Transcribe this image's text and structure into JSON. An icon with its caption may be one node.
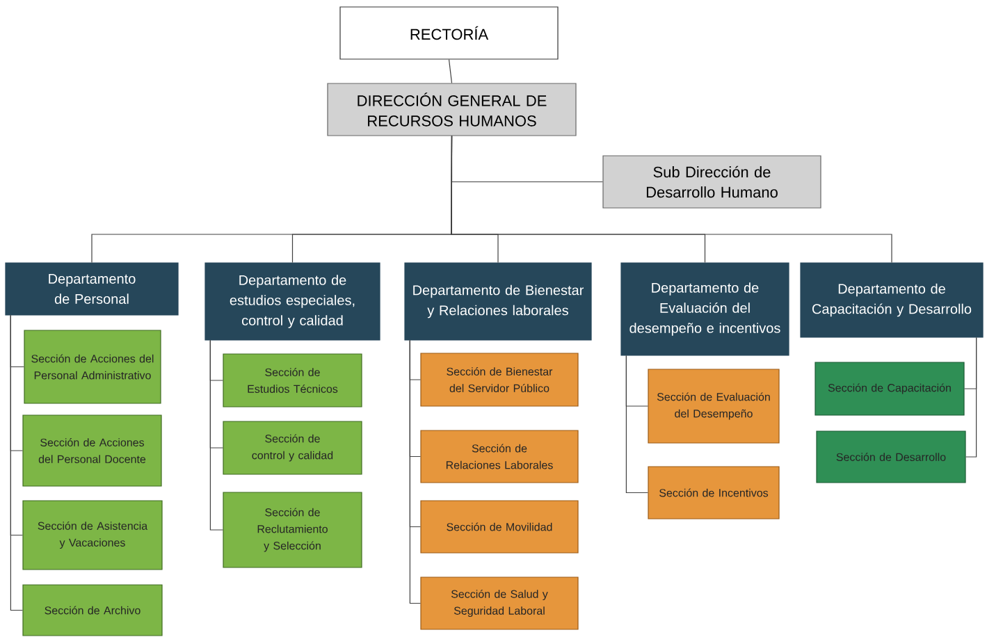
{
  "diagram": {
    "nodes": [
      {
        "text": [
          "RECTORÍA"
        ]
      },
      {
        "text": [
          "DIRECCIÓN GENERAL DE RECURSOS HUMANOS"
        ]
      },
      {
        "text": [
          "Sub Dirección de Desarrollo Humano"
        ]
      },
      {
        "text": [
          "Departamento de Personal"
        ]
      },
      {
        "text": [
          "Sección de Acciones del Personal Administrativo"
        ]
      },
      {
        "text": [
          "Sección de Acciones del Personal Docente"
        ]
      },
      {
        "text": [
          "Sección de Asistencia y Vacaciones"
        ]
      },
      {
        "text": [
          "Sección de Archivo"
        ]
      },
      {
        "text": [
          "Departamento de estudios especiales, control y calidad"
        ]
      },
      {
        "text": [
          "Sección de Estudios Técnicos"
        ]
      },
      {
        "text": [
          "Sección de control y calidad"
        ]
      },
      {
        "text": [
          "Sección de Reclutamiento y Selección"
        ]
      },
      {
        "text": [
          "Departamento de Bienestar y Relaciones laborales"
        ]
      },
      {
        "text": [
          "Sección de Bienestar del Servidor Público"
        ]
      },
      {
        "text": [
          "Sección de Relaciones Laborales"
        ]
      },
      {
        "text": [
          "Sección de Movilidad"
        ]
      },
      {
        "text": [
          "Sección de Salud y Seguridad Laboral"
        ]
      },
      {
        "text": [
          "Departamento de Evaluación del desempeño e incentivos"
        ]
      },
      {
        "text": [
          "Sección de Evaluación del Desempeño"
        ]
      },
      {
        "text": [
          "Sección de Incentivos"
        ]
      },
      {
        "text": [
          "Departamento de Capacitación y Desarrollo"
        ]
      },
      {
        "text": [
          "Sección de Capacitación"
        ]
      },
      {
        "text": [
          "Sección de Desarrollo"
        ]
      }
    ],
    "edges": [
      {
        "from": 0,
        "to": 1,
        "arrow": "none"
      },
      {
        "from": 1,
        "to": 2,
        "arrow": "none"
      },
      {
        "from": 1,
        "to": 3,
        "arrow": "none"
      },
      {
        "from": 1,
        "to": 8,
        "arrow": "none"
      },
      {
        "from": 1,
        "to": 12,
        "arrow": "none"
      },
      {
        "from": 1,
        "to": 17,
        "arrow": "none"
      },
      {
        "from": 1,
        "to": 20,
        "arrow": "none"
      },
      {
        "from": 3,
        "to": 4,
        "arrow": "none"
      },
      {
        "from": 3,
        "to": 5,
        "arrow": "none"
      },
      {
        "from": 3,
        "to": 6,
        "arrow": "none"
      },
      {
        "from": 3,
        "to": 7,
        "arrow": "none"
      },
      {
        "from": 8,
        "to": 9,
        "arrow": "none"
      },
      {
        "from": 8,
        "to": 10,
        "arrow": "none"
      },
      {
        "from": 8,
        "to": 11,
        "arrow": "none"
      },
      {
        "from": 12,
        "to": 13,
        "arrow": "none"
      },
      {
        "from": 12,
        "to": 14,
        "arrow": "none"
      },
      {
        "from": 12,
        "to": 15,
        "arrow": "none"
      },
      {
        "from": 12,
        "to": 16,
        "arrow": "none"
      },
      {
        "from": 17,
        "to": 18,
        "arrow": "none"
      },
      {
        "from": 17,
        "to": 19,
        "arrow": "none"
      },
      {
        "from": 20,
        "to": 21,
        "arrow": "none"
      },
      {
        "from": 20,
        "to": 22,
        "arrow": "none"
      }
    ]
  }
}
